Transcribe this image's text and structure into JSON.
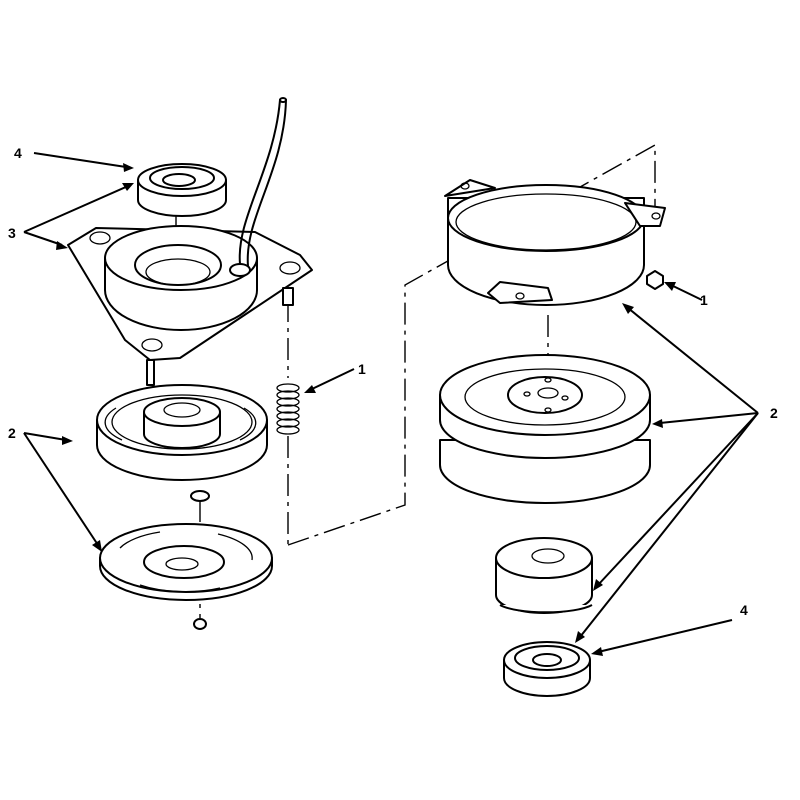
{
  "callouts": {
    "left_bearing": "4",
    "left_housing": "3",
    "left_spring": "1",
    "left_rotor": "2",
    "right_nut": "1",
    "right_pulley": "2",
    "right_bearing": "4"
  }
}
